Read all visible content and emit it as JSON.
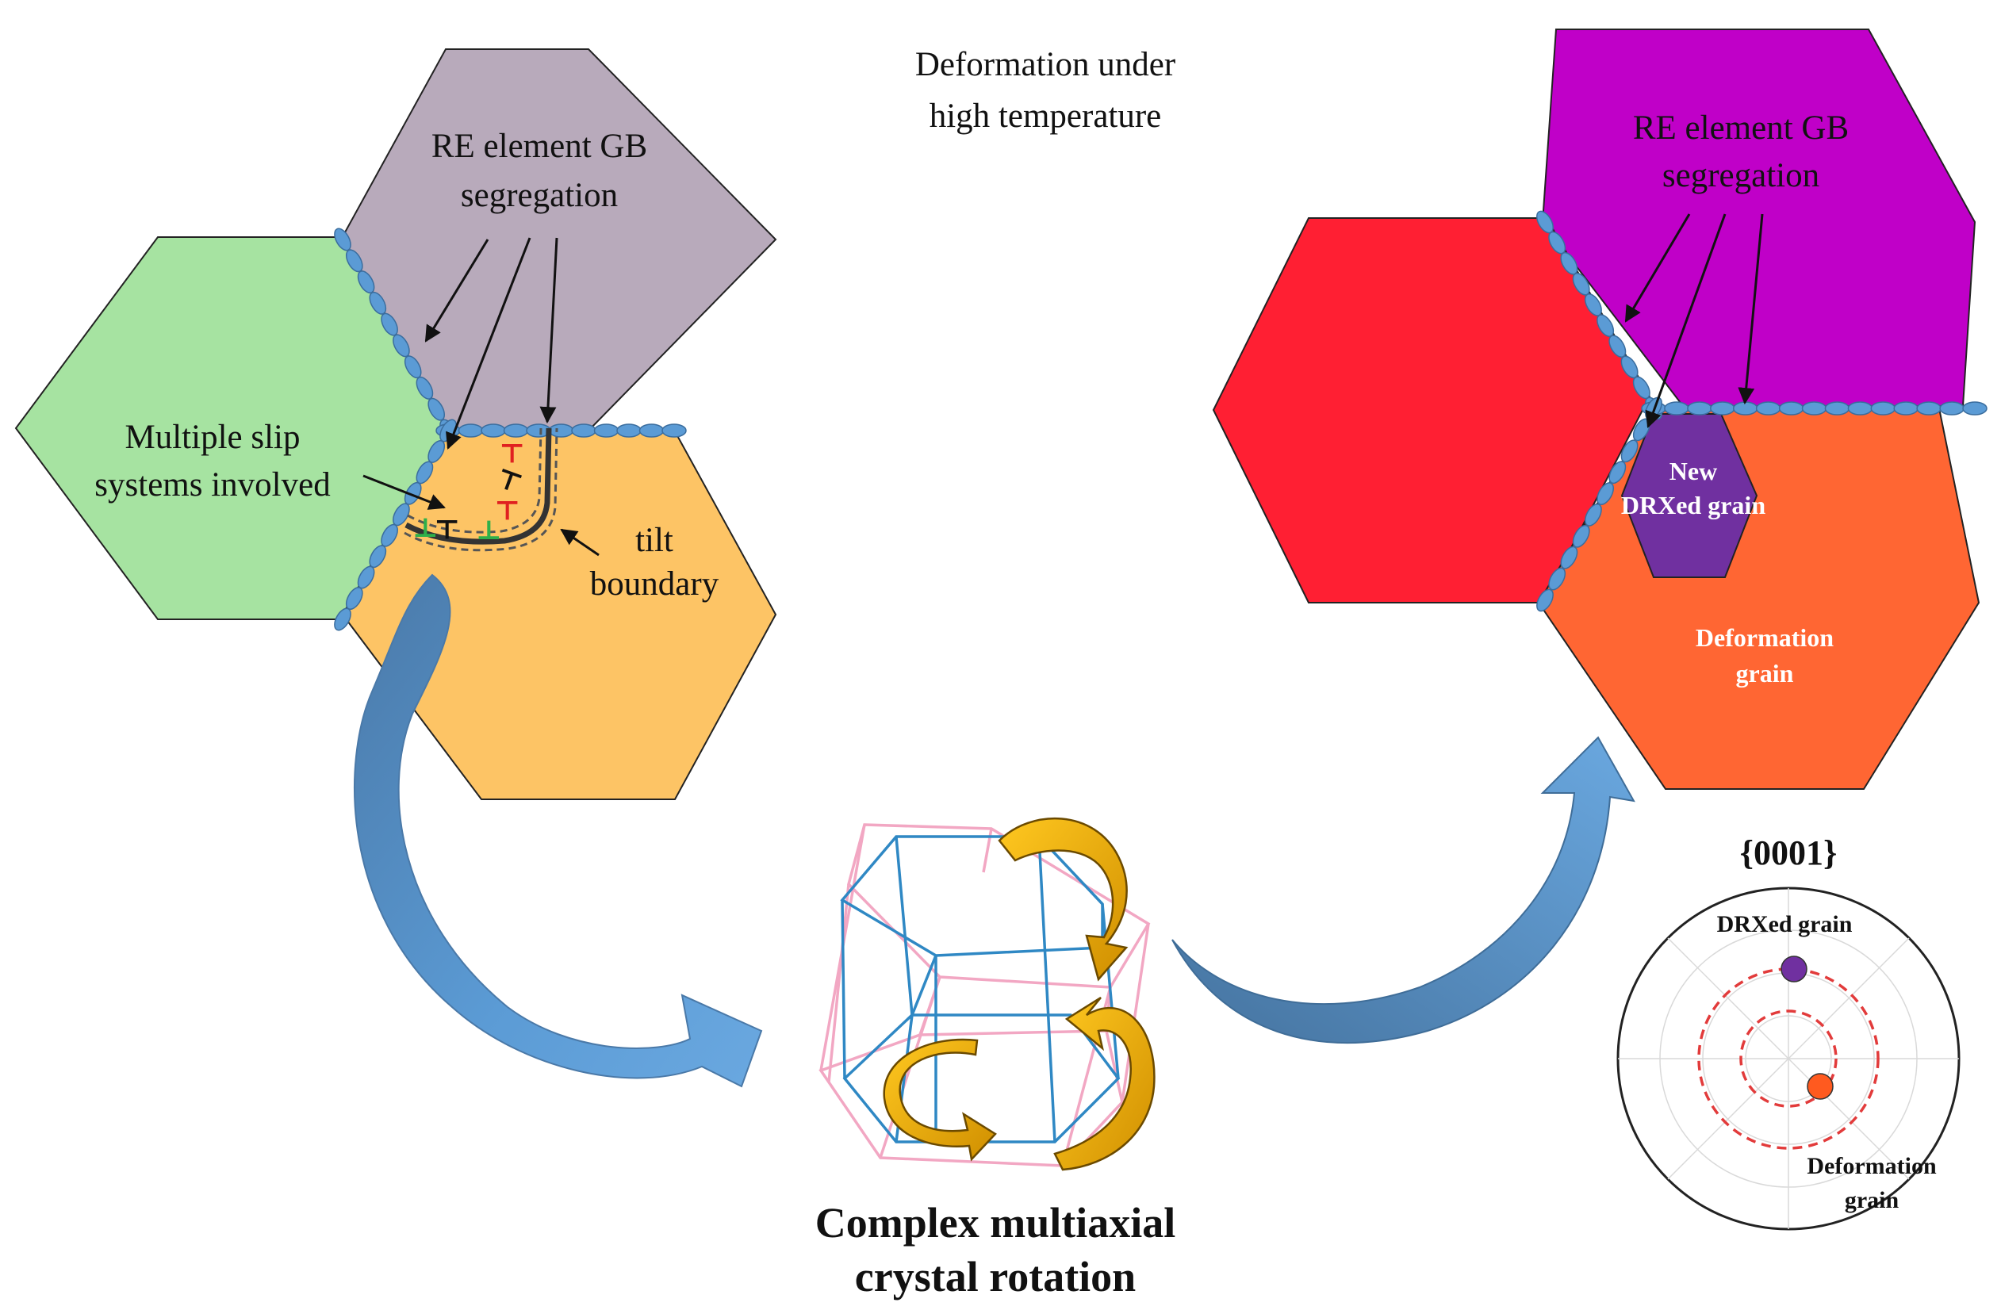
{
  "title": {
    "line1": "Deformation under",
    "line2": "high temperature"
  },
  "left_panel": {
    "segregation_label": {
      "line1": "RE element GB",
      "line2": "segregation"
    },
    "slip_label": {
      "line1": "Multiple slip",
      "line2": "systems involved"
    },
    "tilt_label": {
      "line1": "tilt",
      "line2": "boundary"
    },
    "grain_colors": {
      "green": "#a6e3a1",
      "gray": "#b8aabb",
      "orange": "#fdc465"
    }
  },
  "right_panel": {
    "segregation_label": {
      "line1": "RE element GB",
      "line2": "segregation"
    },
    "new_grain_label": {
      "line1": "New",
      "line2": "DRXed grain"
    },
    "deformation_label": {
      "line1": "Deformation",
      "line2": "grain"
    },
    "grain_colors": {
      "red": "#ff1f33",
      "magenta": "#c000c8",
      "orange": "#ff6633",
      "purple": "#7030a0"
    }
  },
  "center": {
    "rotation_label": {
      "line1": "Complex multiaxial",
      "line2": "crystal rotation"
    },
    "wireframe_colors": {
      "blue": "#2f88c4",
      "pink": "#f2a7c3",
      "arrow": "#f5b800"
    }
  },
  "pole_figure": {
    "title": "{0001}",
    "drxed_label": "DRXed grain",
    "deformation_label": {
      "line1": "Deformation",
      "line2": "grain"
    },
    "colors": {
      "drxed": "#7030a0",
      "deformation": "#ff5a1f",
      "ring": "#e23b3b"
    }
  },
  "colors": {
    "gb_segregation": "#5b9bd5",
    "flow_arrow": "#5b9bd5",
    "slip_red": "#e02020",
    "slip_green": "#2fb04a"
  }
}
